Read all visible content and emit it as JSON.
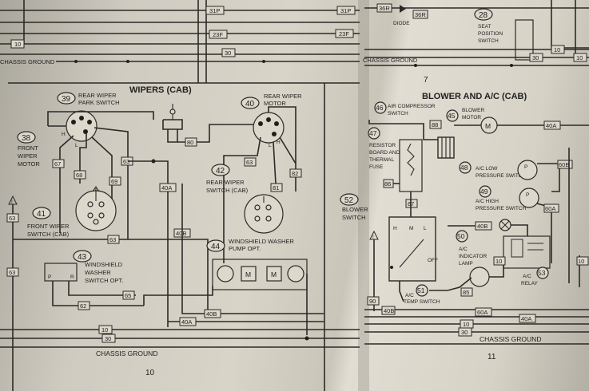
{
  "left_page": {
    "section_title": "WIPERS (CAB)",
    "page_number": "10",
    "components": {
      "c38": {
        "num": "38",
        "label_lines": [
          "FRONT",
          "WIPER",
          "MOTOR"
        ]
      },
      "c39": {
        "num": "39",
        "label_lines": [
          "REAR WIPER",
          "PARK SWITCH"
        ]
      },
      "c40": {
        "num": "40",
        "label_lines": [
          "REAR WIPER",
          "MOTOR"
        ]
      },
      "c41": {
        "num": "41",
        "label_lines": [
          "FRONT WIPER",
          "SWITCH (CAB)"
        ]
      },
      "c42": {
        "num": "42",
        "label_lines": [
          "REAR WIPER",
          "SWITCH (CAB)"
        ]
      },
      "c43": {
        "num": "43",
        "label_lines": [
          "WINDSHIELD",
          "WASHER",
          "SWITCH OPT."
        ]
      },
      "c44": {
        "num": "44",
        "label_lines": [
          "WINDSHIELD WASHER",
          "PUMP OPT."
        ]
      }
    },
    "wire_tags": {
      "w63": "63",
      "w68": "68",
      "w69": "69",
      "w67": "67",
      "w80": "80",
      "w82": "82",
      "w81": "81",
      "w40a": "40A",
      "w40b": "40B",
      "w62": "62",
      "w65": "65",
      "w10": "10",
      "w30": "30",
      "w31p": "31P",
      "w23f": "23F"
    },
    "terminals": {
      "h": "H",
      "l": "L",
      "m": "M",
      "p": "P",
      "r": "R"
    },
    "ground_label": "CHASSIS GROUND",
    "top_ground_label": "CHASSIS GROUND"
  },
  "right_page": {
    "section_title": "BLOWER AND A/C (CAB)",
    "page_number": "11",
    "top_page_number": "7",
    "components": {
      "c28": {
        "num": "28",
        "label_lines": [
          "SEAT",
          "POSITION",
          "SWITCH"
        ]
      },
      "c45": {
        "num": "45",
        "label_lines": [
          "BLOWER",
          "MOTOR"
        ]
      },
      "c46": {
        "num": "46",
        "label_lines": [
          "AIR COMPRESSOR",
          "SWITCH"
        ]
      },
      "c47": {
        "num": "47",
        "label_lines": [
          "RESISTOR",
          "BOARD AND",
          "THERMAL",
          "FUSE"
        ]
      },
      "c48": {
        "num": "48",
        "label_lines": [
          "A/C LOW",
          "PRESSURE SWITCH"
        ]
      },
      "c49": {
        "num": "49",
        "label_lines": [
          "A/C HIGH",
          "PRESSURE SWITCH"
        ]
      },
      "c50": {
        "num": "50",
        "label_lines": [
          "A/C",
          "INDICATOR",
          "LAMP"
        ]
      },
      "c51": {
        "num": "51",
        "label_lines": [
          "A/C",
          "TEMP SWITCH"
        ]
      },
      "c52": {
        "num": "52",
        "label_lines": [
          "BLOWER",
          "SWITCH"
        ]
      },
      "c53": {
        "num": "53",
        "label_lines": [
          "A/C",
          "RELAY"
        ]
      }
    },
    "diode_label": "DIODE",
    "wire_tags": {
      "w36r_a": "36R",
      "w36r_b": "36R",
      "w40a": "40A",
      "w40b": "40B",
      "w88": "88",
      "w86": "86",
      "w87": "87",
      "w85": "85",
      "w60a": "60A",
      "w60b": "60B",
      "w30": "30",
      "w10": "10",
      "w90": "90",
      "w10b": "10",
      "w30b": "30"
    },
    "switch_positions": {
      "h": "H",
      "m": "M",
      "l": "L",
      "off": "OFF"
    },
    "ground_label": "CHASSIS GROUND",
    "top_ground_label": "CHASSIS GROUND"
  }
}
